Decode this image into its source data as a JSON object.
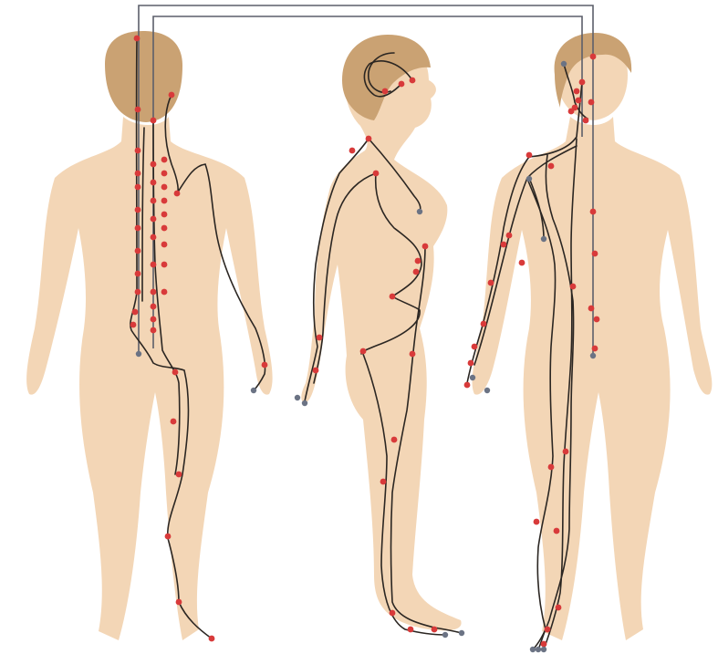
{
  "colors": {
    "background": "#ffffff",
    "skin": "#f3d6b6",
    "hair": "#caa273",
    "meridian_line": "#2b2622",
    "connector_line": "#5c5f6a",
    "acupoint": "#d83a3a",
    "terminal_point": "#6b7384"
  },
  "figures": [
    {
      "view": "back"
    },
    {
      "view": "side"
    },
    {
      "view": "front"
    }
  ],
  "icons": {
    "acupoint": "red-dot",
    "terminal": "gray-dot"
  }
}
